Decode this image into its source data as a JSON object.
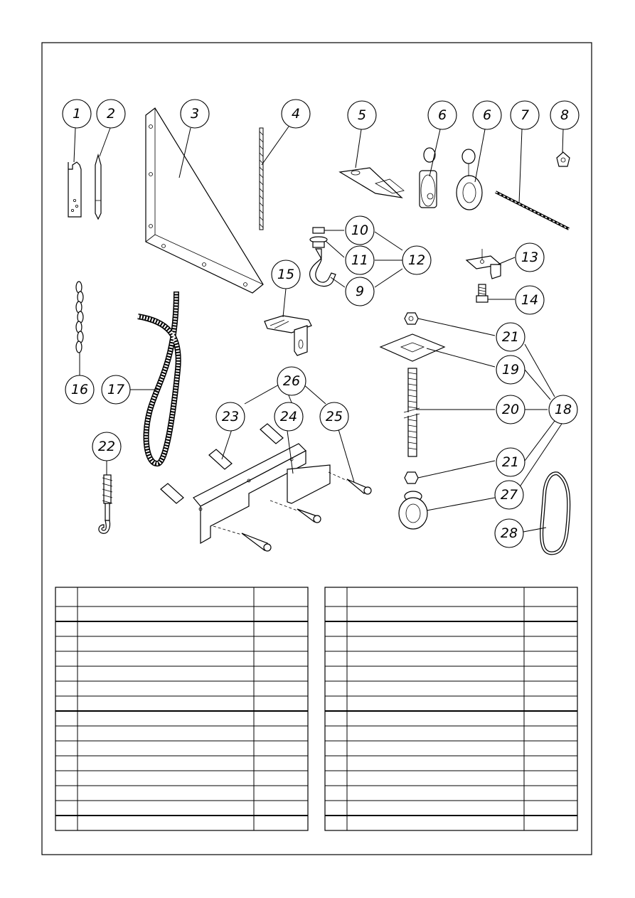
{
  "callouts": [
    {
      "id": "c1",
      "label": "1"
    },
    {
      "id": "c2",
      "label": "2"
    },
    {
      "id": "c3",
      "label": "3"
    },
    {
      "id": "c4",
      "label": "4"
    },
    {
      "id": "c5",
      "label": "5"
    },
    {
      "id": "c6a",
      "label": "6"
    },
    {
      "id": "c6b",
      "label": "6"
    },
    {
      "id": "c7",
      "label": "7"
    },
    {
      "id": "c8",
      "label": "8"
    },
    {
      "id": "c9",
      "label": "9"
    },
    {
      "id": "c10",
      "label": "10"
    },
    {
      "id": "c11",
      "label": "11"
    },
    {
      "id": "c12",
      "label": "12"
    },
    {
      "id": "c13",
      "label": "13"
    },
    {
      "id": "c14",
      "label": "14"
    },
    {
      "id": "c15",
      "label": "15"
    },
    {
      "id": "c16",
      "label": "16"
    },
    {
      "id": "c17",
      "label": "17"
    },
    {
      "id": "c18",
      "label": "18"
    },
    {
      "id": "c19",
      "label": "19"
    },
    {
      "id": "c20",
      "label": "20"
    },
    {
      "id": "c21a",
      "label": "21"
    },
    {
      "id": "c21b",
      "label": "21"
    },
    {
      "id": "c22",
      "label": "22"
    },
    {
      "id": "c23",
      "label": "23"
    },
    {
      "id": "c24",
      "label": "24"
    },
    {
      "id": "c25",
      "label": "25"
    },
    {
      "id": "c26",
      "label": "26"
    },
    {
      "id": "c27",
      "label": "27"
    },
    {
      "id": "c28",
      "label": "28"
    }
  ],
  "parts_tables": [
    {
      "rows": 15,
      "columns": 3
    },
    {
      "rows": 15,
      "columns": 3
    }
  ]
}
